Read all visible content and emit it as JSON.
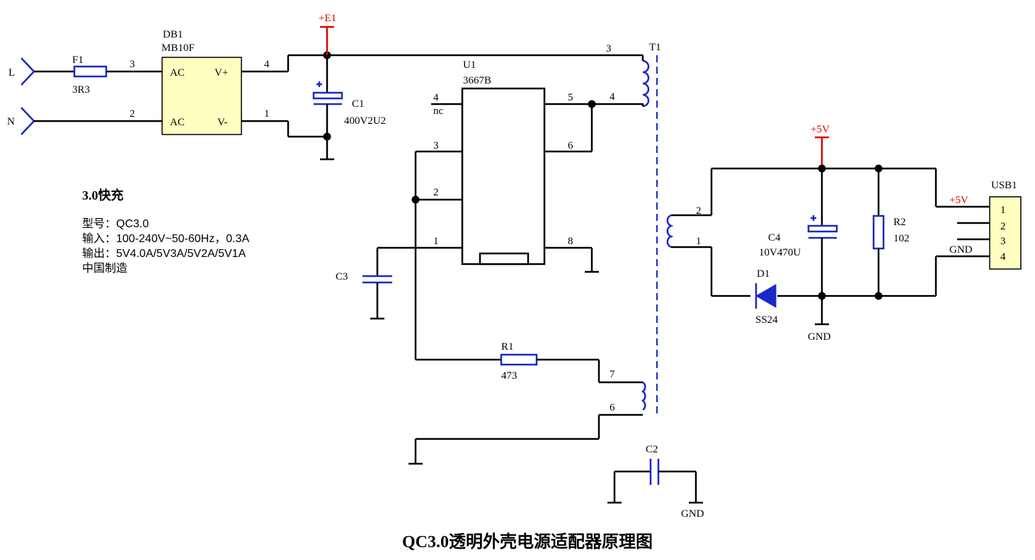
{
  "title": "QC3.0透明外壳电源适配器原理图",
  "info": {
    "heading": "3.0快充",
    "lines": [
      "型号：QC3.0",
      "输入：100-240V~50-60Hz，0.3A",
      "输出：5V4.0A/5V3A/5V2A/5V1A",
      "中国制造"
    ]
  },
  "inputs": {
    "line": "L",
    "neutral": "N"
  },
  "fuse": {
    "ref": "F1",
    "value": "3R3"
  },
  "bridge": {
    "ref": "DB1",
    "part": "MB10F",
    "ac1": "AC",
    "ac2": "AC",
    "vplus": "V+",
    "vminus": "V-",
    "pins": [
      "3",
      "2",
      "4",
      "1"
    ]
  },
  "power_e1": "+E1",
  "c1": {
    "ref": "C1",
    "value": "400V2U2"
  },
  "u1": {
    "ref": "U1",
    "part": "3667B",
    "pins_left": [
      "4",
      "3",
      "2",
      "1"
    ],
    "nc": "nc",
    "pins_right": [
      "5",
      "6",
      "8"
    ]
  },
  "c3": {
    "ref": "C3"
  },
  "r1": {
    "ref": "R1",
    "value": "473"
  },
  "transformer": {
    "ref": "T1",
    "pins": [
      "3",
      "4",
      "7",
      "6",
      "2",
      "1"
    ]
  },
  "c2": {
    "ref": "C2"
  },
  "gnd": "GND",
  "power_5v": "+5V",
  "c4": {
    "ref": "C4",
    "value": "10V470U"
  },
  "d1": {
    "ref": "D1",
    "value": "SS24"
  },
  "r2": {
    "ref": "R2",
    "value": "102"
  },
  "usb": {
    "ref": "USB1",
    "pins": [
      "1",
      "2",
      "3",
      "4"
    ],
    "vbus": "+5V",
    "gnd": "GND"
  },
  "colors": {
    "wire": "#000000",
    "component": "#1a28c8",
    "power": "#e00000",
    "part_fill": "#ffffc0"
  }
}
